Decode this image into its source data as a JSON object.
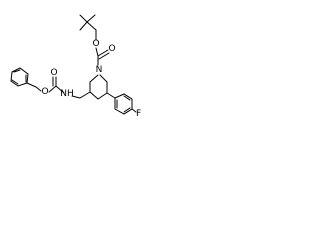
{
  "structure": {
    "description_text": "",
    "atoms": {
      "o_boc_ether": "O",
      "o_boc_carbonyl": "O",
      "n_ring": "N",
      "o_cbz_ether": "O",
      "o_cbz_carbonyl": "O",
      "nh_carbamate": "NH",
      "f_aryl": "F"
    },
    "colors": {
      "bond": "#000000",
      "label": "#000000",
      "background": "#ffffff"
    }
  }
}
